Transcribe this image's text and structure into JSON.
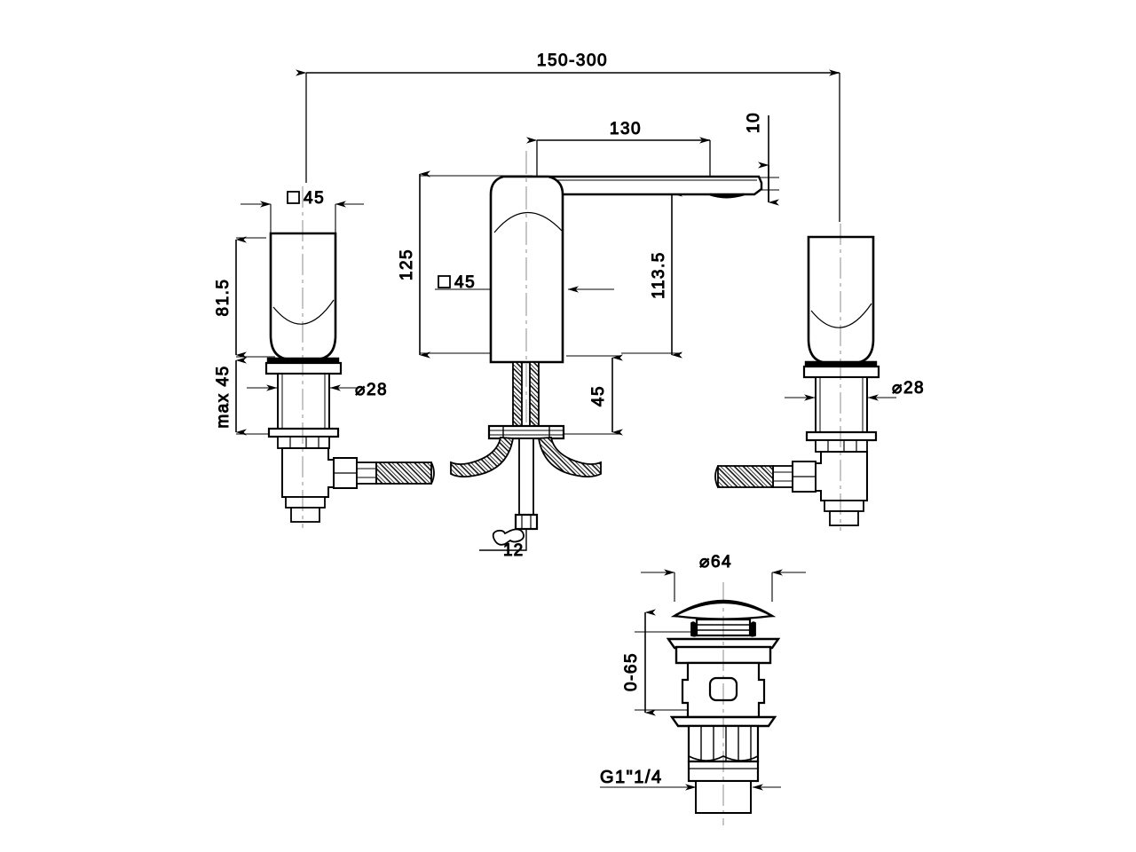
{
  "drawing": {
    "title": "Three-hole basin mixer technical dimension drawing",
    "line_color": "#000000",
    "background_color": "#ffffff",
    "hatch_color": "#000000"
  },
  "dimensions": {
    "overall_spread": "150-300",
    "spout_reach": "130",
    "spout_tip_thickness": "10",
    "spout_total_height": "125",
    "spout_outlet_height": "113.5",
    "spout_body_width": "45",
    "spout_body_width_prefix": "square",
    "spout_shank_length": "45",
    "handle_body_width": "45",
    "handle_body_width_prefix": "square",
    "handle_height": "81.5",
    "handle_shank_max": "max 45",
    "handle_shank_diameter": "28",
    "handle_shank_diameter_prefix": "diameter",
    "drain_cap_diameter": "64",
    "drain_cap_diameter_prefix": "diameter",
    "drain_travel": "0-65",
    "drain_thread": "G1\"1/4",
    "wrench_size": "12"
  },
  "labels": [
    {
      "id": "dim-150-300",
      "text": "150-300",
      "kind": "horizontal-dimension"
    },
    {
      "id": "dim-130",
      "text": "130",
      "kind": "horizontal-dimension"
    },
    {
      "id": "dim-10",
      "text": "10",
      "kind": "vertical-dimension"
    },
    {
      "id": "dim-125",
      "text": "125",
      "kind": "vertical-dimension"
    },
    {
      "id": "dim-113-5",
      "text": "113.5",
      "kind": "vertical-dimension"
    },
    {
      "id": "dim-spout-45",
      "text": "45",
      "kind": "horizontal-dimension"
    },
    {
      "id": "dim-shank-45",
      "text": "45",
      "kind": "vertical-dimension"
    },
    {
      "id": "dim-handle-45",
      "text": "45",
      "kind": "horizontal-dimension"
    },
    {
      "id": "dim-81-5",
      "text": "81.5",
      "kind": "vertical-dimension"
    },
    {
      "id": "dim-max-45",
      "text": "max 45",
      "kind": "vertical-dimension"
    },
    {
      "id": "dim-d28-left",
      "text": "28",
      "kind": "horizontal-dimension"
    },
    {
      "id": "dim-d28-right",
      "text": "28",
      "kind": "horizontal-dimension"
    },
    {
      "id": "dim-d64",
      "text": "64",
      "kind": "horizontal-dimension"
    },
    {
      "id": "dim-0-65",
      "text": "0-65",
      "kind": "vertical-dimension"
    },
    {
      "id": "dim-g114",
      "text": "G1\"1/4",
      "kind": "horizontal-dimension"
    },
    {
      "id": "wrench-12",
      "text": "12",
      "kind": "tool-callout"
    }
  ]
}
